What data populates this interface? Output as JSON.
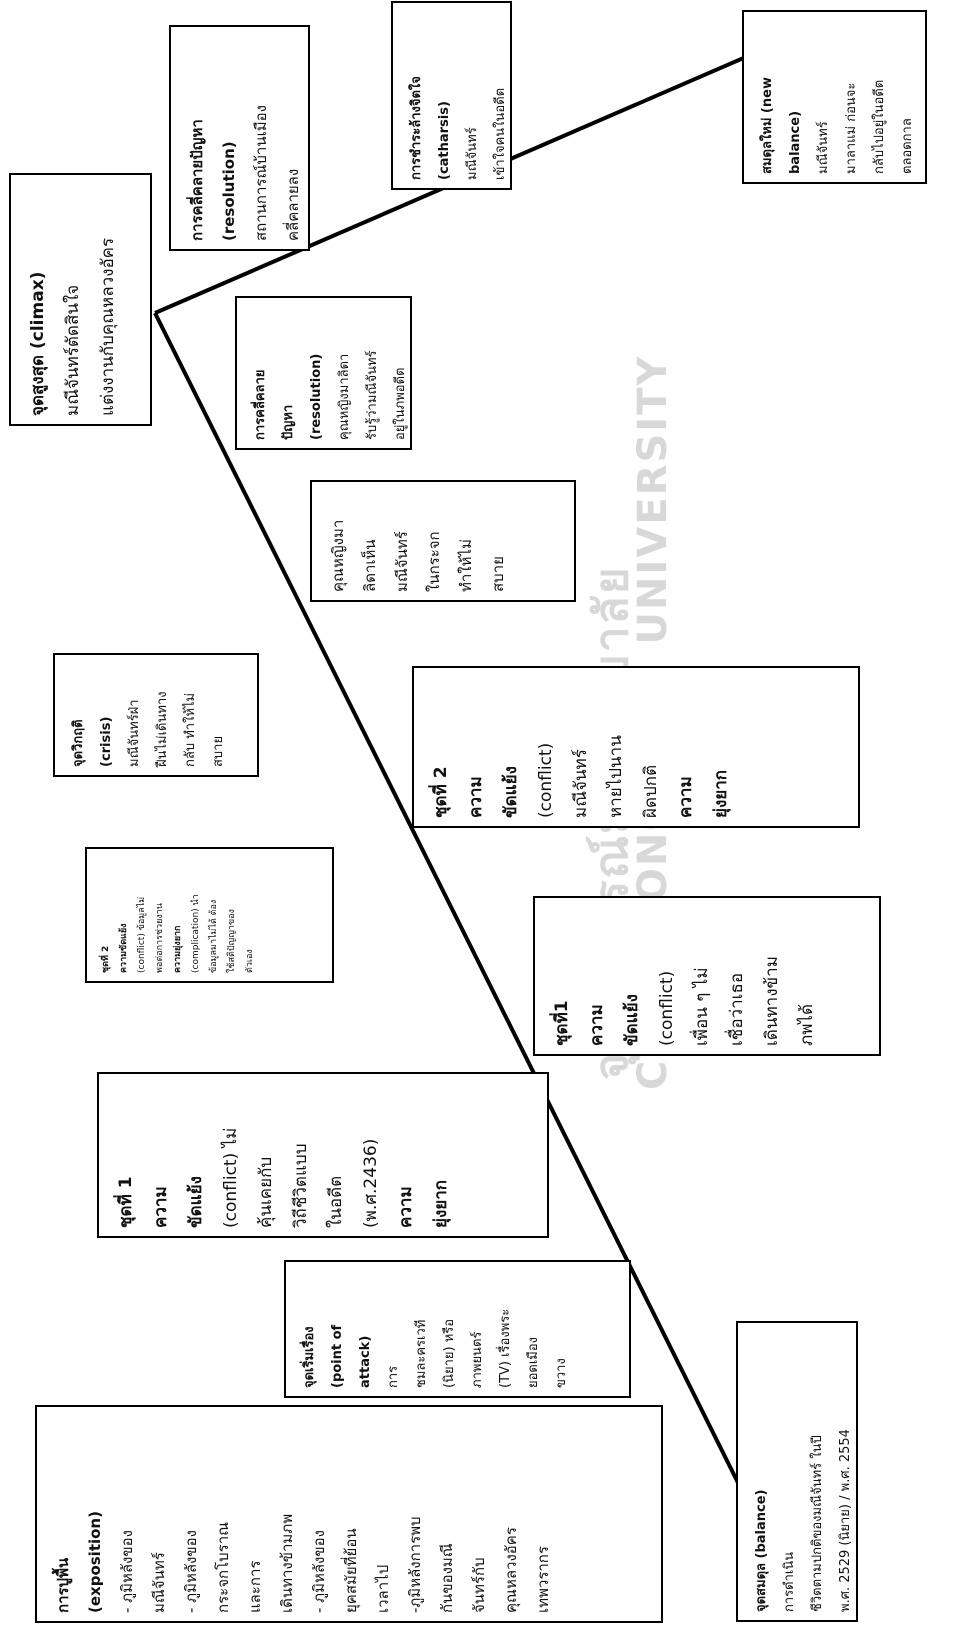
{
  "colors": {
    "line": "#000000",
    "border": "#000000",
    "watermark": "#d8d8d8"
  },
  "watermark": {
    "thai": "จุฬาลงกรณ์มหาวิทยาลัย",
    "english": "Chulalongkorn University"
  },
  "boxes": {
    "climax": {
      "title": "จุดสูงสุด (climax)",
      "body": "มณีจันทร์ตัดสินใจ\nแต่งงานกับคุณหลวงอัคร"
    },
    "resolution_top": {
      "title": "การคลี่คลายปัญหา\n(resolution)",
      "body": "สถานการณ์บ้านเมือง\nคลี่คลายลง"
    },
    "catharsis": {
      "title": "การชำระล้างจิตใจ\n(catharsis)",
      "body": "มณีจันทร์\nเข้าใจคนในอดีต"
    },
    "new_balance": {
      "title": "สมดุลใหม่ (new\nbalance)",
      "body": "มณีจันทร์\nมาลาแม่ ก่อนจะ\nกลับไปอยู่ในอดีต\nตลอดกาล"
    },
    "resolution_mid": {
      "title": "การคลี่คลาย\nปัญหา\n(resolution)",
      "body": "คุณหญิงมาลิดา\nรับรู้ว่ามณีจันทร์\nอยู่ในภพอดีต"
    },
    "mirror": {
      "body": "คุณหญิงมา\nลิดาเห็น\nมณีจันทร์\nในกระจก\nทำให้ไม่\nสบาย"
    },
    "crisis": {
      "title": "จุดวิกฤติ\n(crisis)",
      "body": "มณีจันทร์ฝ่า\nฝืนไม่เดินทาง\nกลับ ทำให้ไม่\nสบาย"
    },
    "set2_right": {
      "title": "ชุดที่ 2\nความ\nขัดแย้ง",
      "body": "(conflict)\nมณีจันทร์\nหายไปนาน\nผิดปกติ",
      "tail": "ความ\nยุ่งยาก"
    },
    "set2_left": {
      "title": "ชุดที่ 2",
      "l1": "ความขัดแย้ง",
      "b1": "(conflict) ข้อมูลไม่\nพอต่อการช่วยงาน",
      "l2": "ความยุ่งยาก",
      "b2": "(complication) นำ\nข้อมูลมาไม่ได้ ต้อง\nใช้สติปัญญาของ\nตัวเอง"
    },
    "set1_right": {
      "title": "ชุดที่1\nความ\nขัดแย้ง",
      "body": "(conflict)\nเพื่อน ๆ ไม่\nเชื่อว่าเธอ\nเดินทางข้าม\nภพได้"
    },
    "set1_left": {
      "title": "ชุดที่ 1\nความ\nขัดแย้ง",
      "body": "(conflict) ไม่\nคุ้นเคยกับ\nวิถีชีวิตแบบ\nในอดีต\n(พ.ศ.2436)",
      "tail": "ความ\nยุ่งยาก"
    },
    "attack": {
      "title": "จุดเริ่มเรื่อง\n(point of\nattack)",
      "body": "การ\nชมละครเวที\n(นิยาย) หรือ\nภาพยนตร์\n(TV) เรื่องพระ\nยอดเมือง\nขวาง"
    },
    "exposition": {
      "title": "การปูพื้น\n(exposition)",
      "body": "- ภูมิหลังของ\nมณีจันทร์\n- ภูมิหลังของ\nกระจกโบราณ\nและการ\nเดินทางข้ามภพ\n- ภูมิหลังของ\nยุคสมัยที่ย้อน\nเวลาไป\n-ภูมิหลังการพบ\nกันของมณี\nจันทร์กับ\nคุณหลวงอัคร\nเทพวรากร"
    },
    "balance": {
      "title": "จุดสมดุล (balance)",
      "body": "การดำเนิน\nชีวิตตามปกติของมณีจันทร์ ในปี\nพ.ศ. 2529 (นิยาย) / พ.ศ. 2554"
    }
  }
}
